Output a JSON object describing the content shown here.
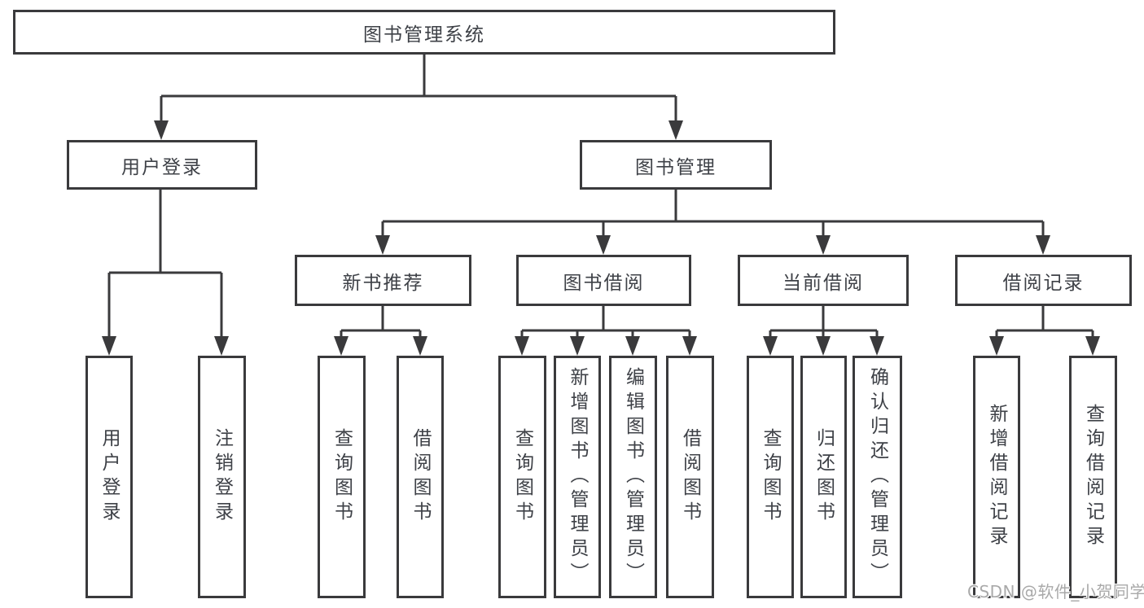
{
  "colors": {
    "line": "#3a3a3c",
    "box_border": "#3a3a3c",
    "box_fill": "#ffffff",
    "text": "#3e4147",
    "watermark": "#a9a9a9"
  },
  "watermark": {
    "text": "CSDN @软件_小贺同学"
  },
  "tree": {
    "root": {
      "label": "图书管理系统"
    },
    "level2": [
      {
        "label": "用户登录"
      },
      {
        "label": "图书管理"
      }
    ],
    "level3": [
      {
        "label": "新书推荐"
      },
      {
        "label": "图书借阅"
      },
      {
        "label": "当前借阅"
      },
      {
        "label": "借阅记录"
      }
    ],
    "leaves": [
      "用户登录",
      "注销登录",
      "查询图书",
      "借阅图书",
      "查询图书",
      "新增图书（管理员）",
      "编辑图书（管理员）",
      "借阅图书",
      "查询图书",
      "归还图书",
      "确认归还（管理员）",
      "新增借阅记录",
      "查询借阅记录"
    ]
  }
}
